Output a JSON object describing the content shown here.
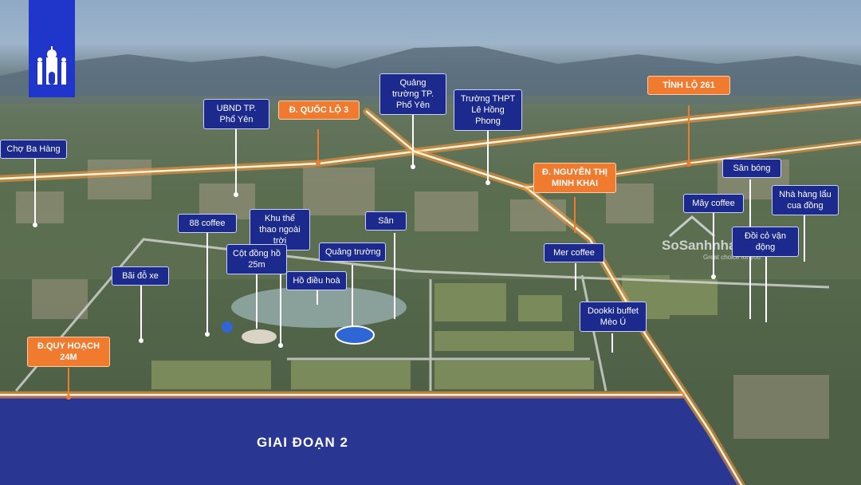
{
  "colors": {
    "brand_blue": "#1b2a8c",
    "road_orange": "#f07a2e",
    "phase_overlay": "#1f2ba8"
  },
  "logo": {
    "icon": "palace-domes-icon"
  },
  "roads": {
    "ql3": "Đ. QUỐC LỘ 3",
    "tl261": "TỈNH LỘ 261",
    "nguyen_thi_minh_khai": "Đ. NGUYỄN THỊ MINH KHAI",
    "quy_hoach": "Đ.QUY HOẠCH 24M"
  },
  "places": {
    "cho_ba_hang": "Chợ Ba Hàng",
    "ubnd": "UBND TP. Phổ Yên",
    "quang_truong_tp": "Quảng trường TP. Phổ Yên",
    "truong_thpt": "Trường THPT Lê Hồng Phong",
    "san_bong": "Sân bóng",
    "may_coffee": "Mây coffee",
    "nha_hang": "Nhà hàng lẩu cua đồng",
    "coffee_88": "88 coffee",
    "khu_the_thao": "Khu thể thao ngoài trời",
    "san": "Sân",
    "cot_dong_ho": "Cột đồng hồ 25m",
    "quang_truong": "Quảng trường",
    "bai_do_xe": "Bãi đỗ xe",
    "ho_dieu_hoa": "Hồ điều hoà",
    "mer_coffee": "Mer coffee",
    "doi_co": "Đồi cỏ vận động",
    "dookki": "Dookki buffet Mèo Ú"
  },
  "phase_label": "GIAI ĐOẠN 2",
  "watermark": {
    "brand": "SoSanhnha.com",
    "tagline": "Great choice for you"
  }
}
